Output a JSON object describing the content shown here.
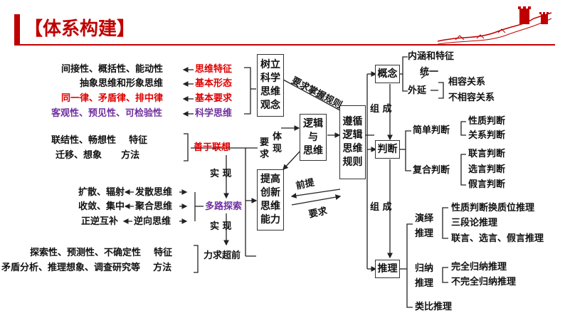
{
  "header": {
    "title": "【体系构建】"
  },
  "left_top": {
    "items": [
      {
        "text": "间接性、概括性、能动性",
        "tag": "思维特征"
      },
      {
        "text": "抽象思维和形象思维",
        "tag": "基本形态"
      },
      {
        "text": "同一律、矛盾律、排中律",
        "tag": "基本要求"
      },
      {
        "text": "客观性、预见性、可检验性",
        "tag": "科学思维"
      }
    ],
    "box": "树立\n科学\n思维\n观念"
  },
  "association": {
    "line1": "联结性、畅想性    特征",
    "line2": "迁移、想象      方法",
    "tag": "善于联想"
  },
  "realize_1": "实 现",
  "realize_2": "实 现",
  "multi_path": {
    "tag": "多路探索",
    "rows": [
      {
        "left": "扩散、辐射",
        "right": "发散思维"
      },
      {
        "left": "收敛、集中",
        "right": "聚合思维"
      },
      {
        "left": "正逆互补",
        "right": "逆向思维"
      }
    ]
  },
  "beyond": {
    "line1": "探索性、预测性、不确定性    特征",
    "line2": "矛盾分析、推理想象、调查研究等    方法",
    "tag": "力求超前"
  },
  "center": {
    "logic_box": "逻辑\n与\n思维",
    "innovate_box": "提高\n创新\n思维\n能力",
    "follow_box": "遵循\n逻辑\n思维\n规则",
    "yaoqiu_v": "要\n求",
    "tixian_v": "体\n现",
    "must_master": "要求掌握规则",
    "premise": "前提",
    "require": "要求"
  },
  "right": {
    "zucheng_1": "组 成",
    "zucheng_2": "组 成",
    "concept_box": "概念",
    "judgment_box": "判断",
    "inference_box": "推理",
    "concept_items": {
      "neihan": "内涵和特征",
      "tongyi": "统一",
      "waiyan": "外延",
      "xiangrong": "相容关系",
      "buxiangrong": "不相容关系"
    },
    "simple_judgment": "简单判断",
    "simple_items": [
      "性质判断",
      "关系判断"
    ],
    "compound_judgment": "复合判断",
    "compound_items": [
      "联言判断",
      "选言判断",
      "假言判断"
    ],
    "deductive": "演绎\n推理",
    "deductive_items": [
      "性质判断换质位推理",
      "三段论推理",
      "联言、选言、假言推理"
    ],
    "inductive": "归纳\n推理",
    "inductive_items": [
      "完全归纳推理",
      "不完全归纳推理"
    ],
    "analogy": "类比推理"
  }
}
